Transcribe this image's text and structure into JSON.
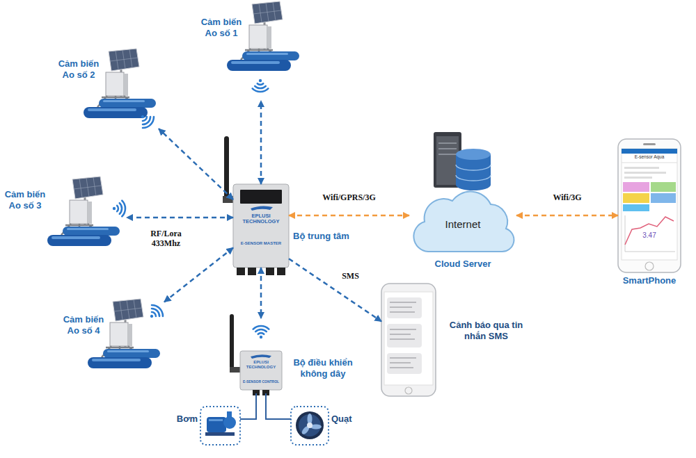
{
  "diagram": {
    "nodes": [
      {
        "text": [
          "Cảm biến Ao số 1"
        ]
      },
      {
        "text": [
          "Cảm biến Ao số 2"
        ]
      },
      {
        "text": [
          "Cảm biến Ao số 3"
        ]
      },
      {
        "text": [
          "Cảm biến Ao số 4"
        ]
      },
      {
        "text": [
          "Bộ trung tâm",
          "EPLUSI TECHNOLOGY",
          "E-SENSOR MASTER"
        ]
      },
      {
        "text": [
          "Internet",
          "Cloud Server"
        ]
      },
      {
        "text": [
          "SmartPhone",
          "E-sensor Aqua",
          "3.47"
        ]
      },
      {
        "text": [
          "Cảnh báo qua tin nhắn SMS"
        ]
      },
      {
        "text": [
          "Bộ điều khiển không dây",
          "EPLUSI TECHNOLOGY",
          "E-SENSOR CONTROL"
        ]
      },
      {
        "text": [
          "Bơm"
        ]
      },
      {
        "text": [
          "Quạt"
        ]
      }
    ],
    "edges": [
      {
        "from": 4,
        "to": 0,
        "arrow": "both"
      },
      {
        "from": 4,
        "to": 1,
        "arrow": "both"
      },
      {
        "from": 4,
        "to": 2,
        "label": "RF/Lora 433Mhz",
        "arrow": "both"
      },
      {
        "from": 4,
        "to": 3,
        "arrow": "both"
      },
      {
        "from": 4,
        "to": 5,
        "label": "Wifi/GPRS/3G",
        "arrow": "both"
      },
      {
        "from": 5,
        "to": 6,
        "label": "Wifi/3G",
        "arrow": "both"
      },
      {
        "from": 4,
        "to": 7,
        "label": "SMS",
        "arrow": "to"
      },
      {
        "from": 4,
        "to": 8,
        "arrow": "both"
      },
      {
        "from": 8,
        "to": 9,
        "arrow": "none"
      },
      {
        "from": 8,
        "to": 10,
        "arrow": "none"
      }
    ]
  }
}
